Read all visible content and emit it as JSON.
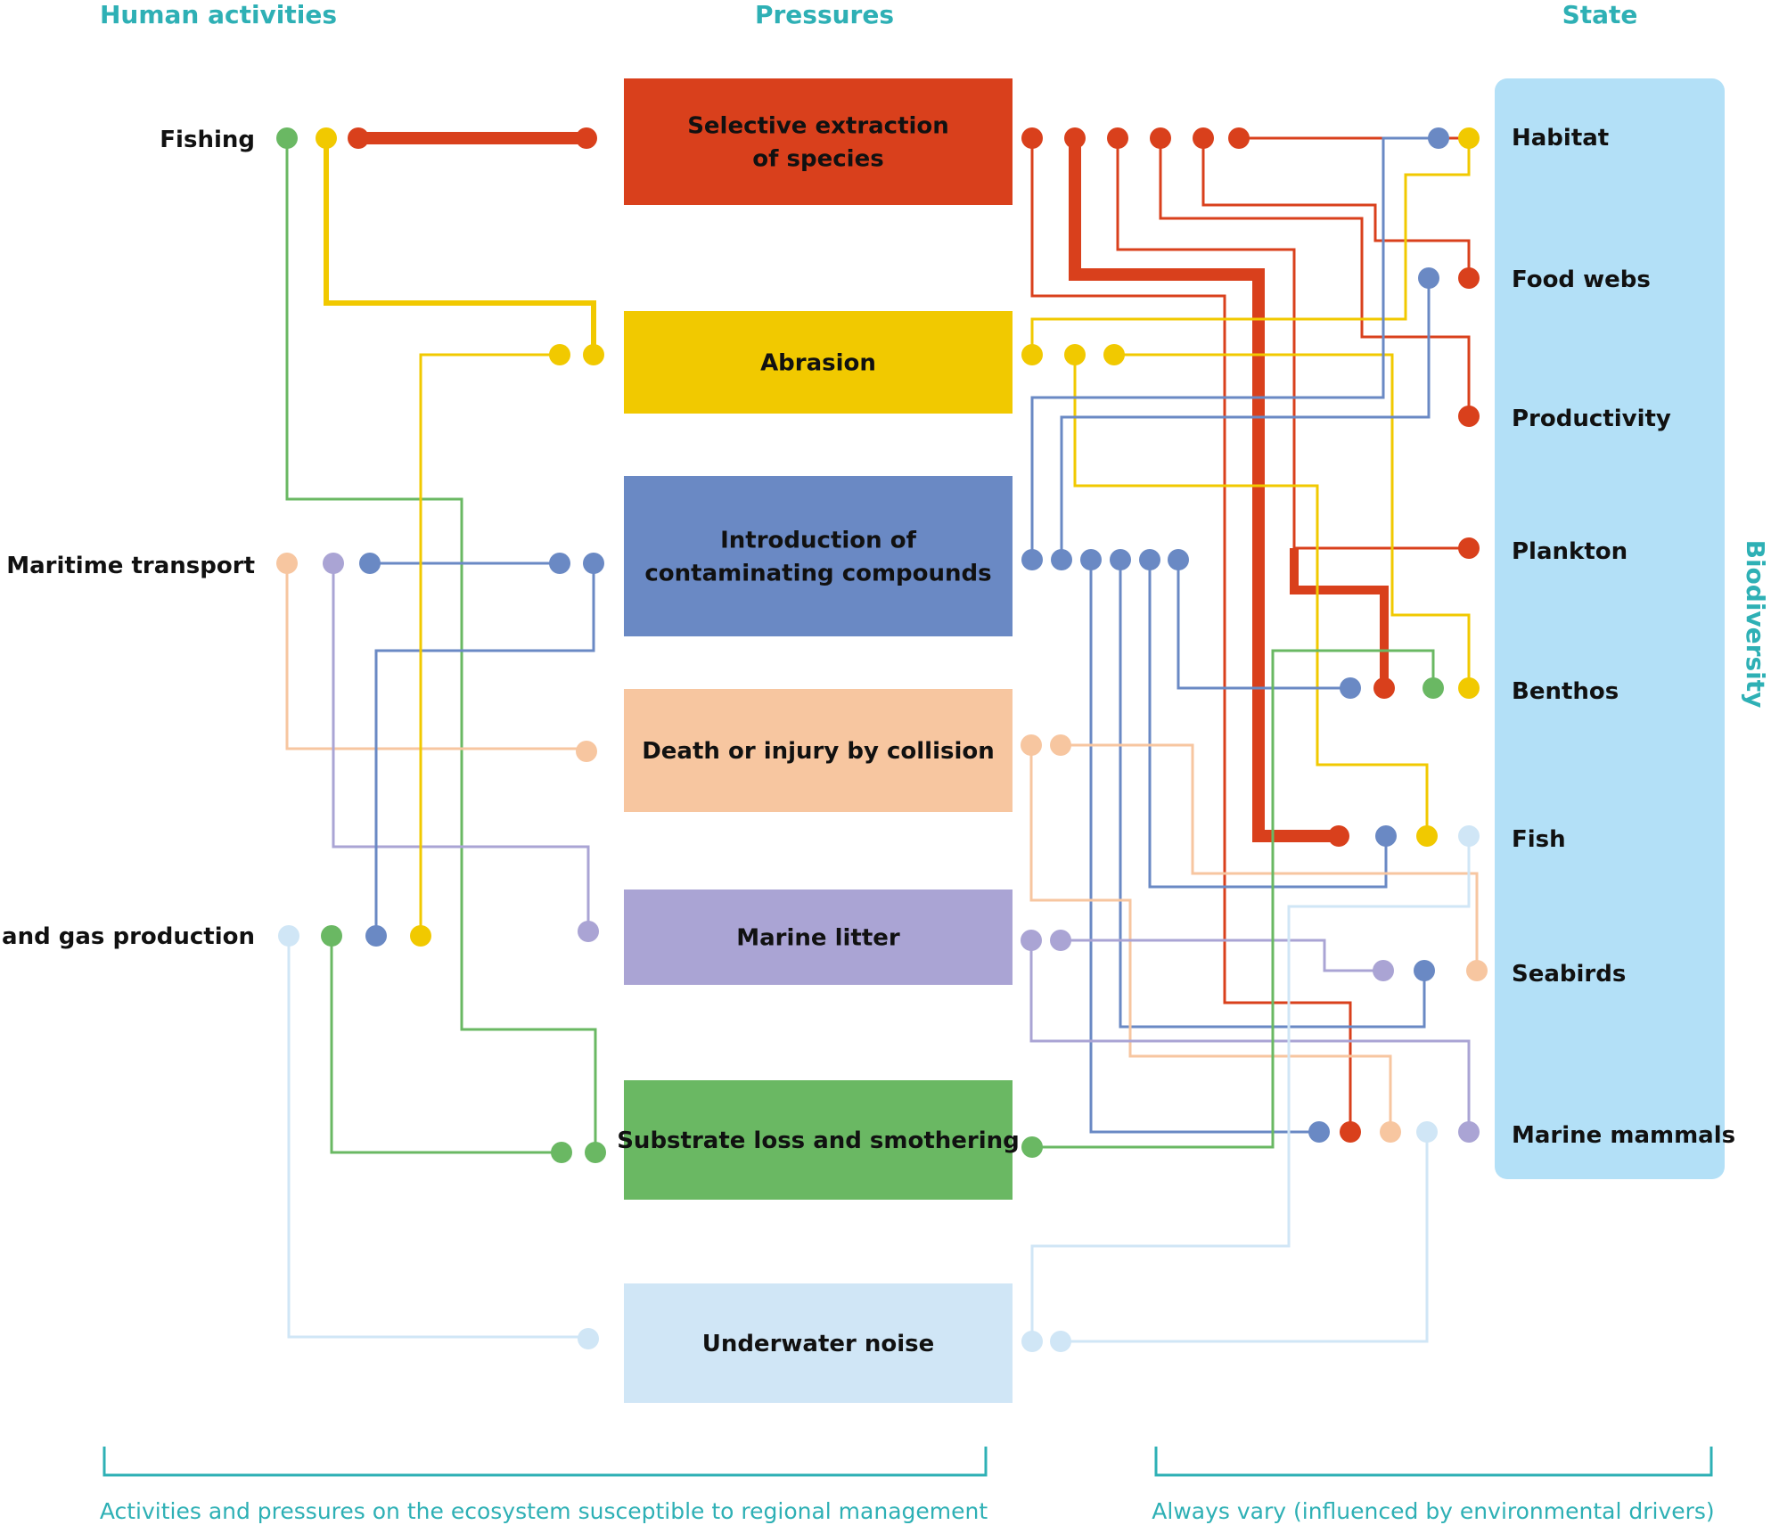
{
  "headers": {
    "activities": "Human activities",
    "pressures": "Pressures",
    "state": "State"
  },
  "activities": [
    {
      "id": "fishing",
      "label": "Fishing"
    },
    {
      "id": "transport",
      "label": "Maritime transport"
    },
    {
      "id": "oilgas",
      "label": "Oil and gas production"
    }
  ],
  "pressures": [
    {
      "id": "extraction",
      "lines": [
        "Selective extraction",
        "of species"
      ],
      "color": "#d9401c"
    },
    {
      "id": "abrasion",
      "lines": [
        "Abrasion"
      ],
      "color": "#f1c900"
    },
    {
      "id": "contaminants",
      "lines": [
        "Introduction of",
        "contaminating compounds"
      ],
      "color": "#6a89c4"
    },
    {
      "id": "collision",
      "lines": [
        "Death or injury by collision"
      ],
      "color": "#f7c6a0"
    },
    {
      "id": "litter",
      "lines": [
        "Marine litter"
      ],
      "color": "#aaa4d4"
    },
    {
      "id": "substrate",
      "lines": [
        "Substrate loss and smothering"
      ],
      "color": "#6ab863"
    },
    {
      "id": "noise",
      "lines": [
        "Underwater noise"
      ],
      "color": "#d0e6f6"
    }
  ],
  "state": {
    "panel_color": "#b3e0f7",
    "side_label": "Biodiversity",
    "items": [
      {
        "id": "habitat",
        "label": "Habitat"
      },
      {
        "id": "foodwebs",
        "label": "Food webs"
      },
      {
        "id": "productivity",
        "label": "Productivity"
      },
      {
        "id": "plankton",
        "label": "Plankton"
      },
      {
        "id": "benthos",
        "label": "Benthos"
      },
      {
        "id": "fish",
        "label": "Fish"
      },
      {
        "id": "seabirds",
        "label": "Seabirds"
      },
      {
        "id": "mammals",
        "label": "Marine mammals"
      }
    ]
  },
  "footer": {
    "left": "Activities and pressures on the ecosystem susceptible to regional management",
    "right": "Always vary (influenced by environmental drivers)",
    "bracket_color": "#2eb0b5"
  }
}
